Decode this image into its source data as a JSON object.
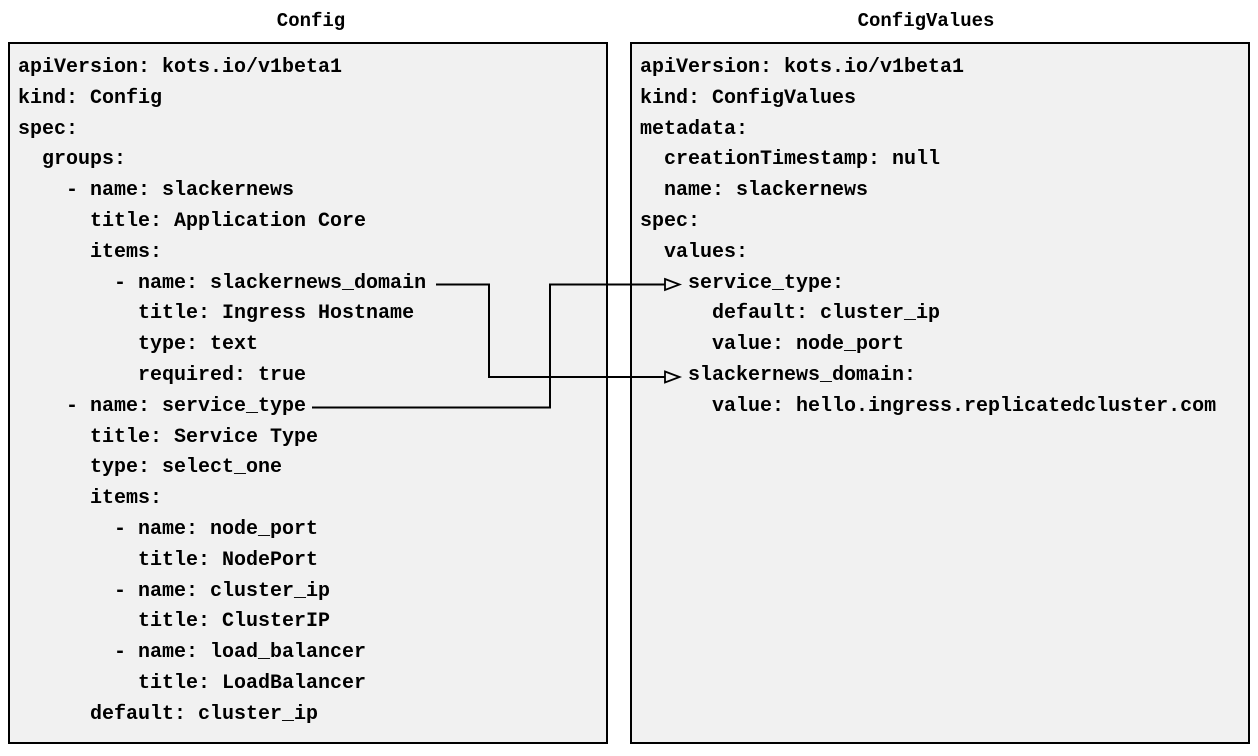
{
  "colors": {
    "page_bg": "#ffffff",
    "box_fill": "#f1f1f1",
    "box_border": "#000000",
    "text": "#000000",
    "arrow": "#000000"
  },
  "panels": {
    "config": {
      "title": "Config",
      "lines": [
        "apiVersion: kots.io/v1beta1",
        "kind: Config",
        "spec:",
        "  groups:",
        "    - name: slackernews",
        "      title: Application Core",
        "      items:",
        "        - name: slackernews_domain",
        "          title: Ingress Hostname",
        "          type: text",
        "          required: true",
        "    - name: service_type",
        "      title: Service Type",
        "      type: select_one",
        "      items:",
        "        - name: node_port",
        "          title: NodePort",
        "        - name: cluster_ip",
        "          title: ClusterIP",
        "        - name: load_balancer",
        "          title: LoadBalancer",
        "      default: cluster_ip"
      ]
    },
    "config_values": {
      "title": "ConfigValues",
      "lines": [
        "apiVersion: kots.io/v1beta1",
        "kind: ConfigValues",
        "metadata:",
        "  creationTimestamp: null",
        "  name: slackernews",
        "spec:",
        "  values:",
        "    service_type:",
        "      default: cluster_ip",
        "      value: node_port",
        "    slackernews_domain:",
        "      value: hello.ingress.replicatedcluster.com"
      ]
    }
  },
  "arrows": [
    {
      "from": "slackernews_domain",
      "to": "slackernews_domain"
    },
    {
      "from": "service_type",
      "to": "service_type"
    }
  ]
}
